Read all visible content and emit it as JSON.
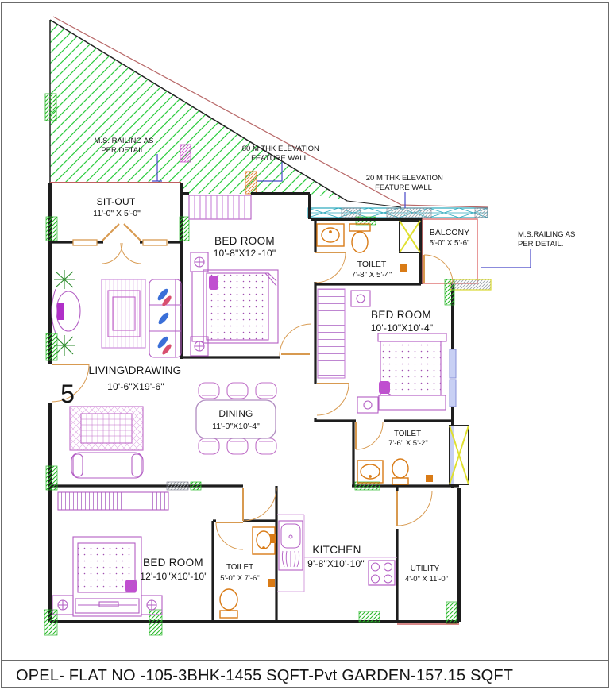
{
  "title_block": {
    "text": "OPEL- FLAT NO -105-3BHK-1455 SQFT-Pvt GARDEN-157.15 SQFT"
  },
  "flat_number_marker": "5",
  "rooms": {
    "sit_out": {
      "name": "SIT-OUT",
      "dims": "11'-0\" X 5'-0\""
    },
    "bedroom_top": {
      "name": "BED ROOM",
      "dims": "10'-8\"X12'-10\""
    },
    "toilet_top": {
      "name": "TOILET",
      "dims": "7'-8\" X 5'-4\""
    },
    "balcony": {
      "name": "BALCONY",
      "dims": "5'-0\" X 5'-6\""
    },
    "bedroom_right": {
      "name": "BED ROOM",
      "dims": "10'-10\"X10'-4\""
    },
    "living_drawing": {
      "name": "LIVING\\DRAWING",
      "dims": "10'-6\"X19'-6\""
    },
    "dining": {
      "name": "DINING",
      "dims": "11'-0\"X10'-4\""
    },
    "toilet_mid": {
      "name": "TOILET",
      "dims": "7'-6\" X 5'-2\""
    },
    "bedroom_bottom": {
      "name": "BED ROOM",
      "dims": "12'-10\"X10'-10\""
    },
    "toilet_bottom": {
      "name": "TOILET",
      "dims": "5'-0\" X 7'-6\""
    },
    "kitchen": {
      "name": "KITCHEN",
      "dims": "9'-8\"X10'-10\""
    },
    "utility": {
      "name": "UTILITY",
      "dims": "4'-0\" X 11'-0\""
    }
  },
  "annotations": {
    "railing_garden_l1": "M.S. RAILING AS",
    "railing_garden_l2": "PER DETAIL.",
    "feature_wall_top_l1": ".80 M THK ELEVATION",
    "feature_wall_top_l2": "FEATURE WALL",
    "feature_wall_right_l1": ".20 M THK ELEVATION",
    "feature_wall_right_l2": "FEATURE WALL",
    "railing_right_l1": "M.S.RAILING AS",
    "railing_right_l2": "PER DETAIL."
  },
  "colors": {
    "garden_hatch": "#2ecc40",
    "walls": "#1d1d1d",
    "furniture": "#b35ec4",
    "fixtures": "#d97b16",
    "doors": "#d89a50",
    "railing_band": "#2aa8bc",
    "annotation_leader": "#4646c8",
    "shaft_x": "#e0e030",
    "boundary_red": "#b86868"
  }
}
